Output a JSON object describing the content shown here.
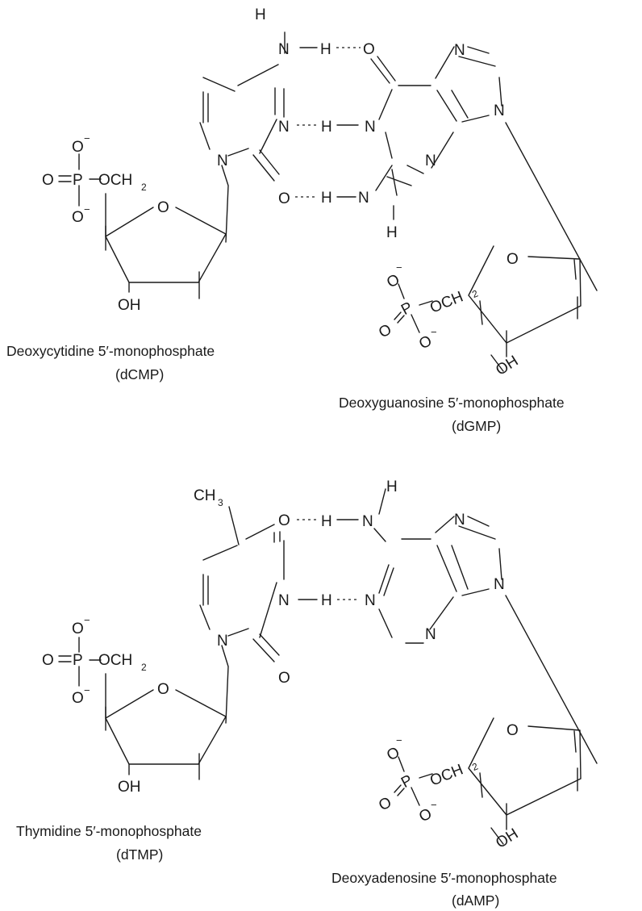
{
  "atoms": {
    "H": "H",
    "N": "N",
    "O": "O",
    "P": "P",
    "OH": "OH",
    "O_minus": "O",
    "minus": "−",
    "OCH": "OCH",
    "CH": "CH",
    "sub2": "2",
    "sub3": "3"
  },
  "pair1": {
    "pyrimidine_name": "Deoxycytidine 5′-monophosphate",
    "pyrimidine_abbr": "(dCMP)",
    "purine_name": "Deoxyguanosine 5′-monophosphate",
    "purine_abbr": "(dGMP)"
  },
  "pair2": {
    "pyrimidine_name": "Thymidine 5′-monophosphate",
    "pyrimidine_abbr": "(dTMP)",
    "purine_name": "Deoxyadenosine 5′-monophosphate",
    "purine_abbr": "(dAMP)"
  }
}
